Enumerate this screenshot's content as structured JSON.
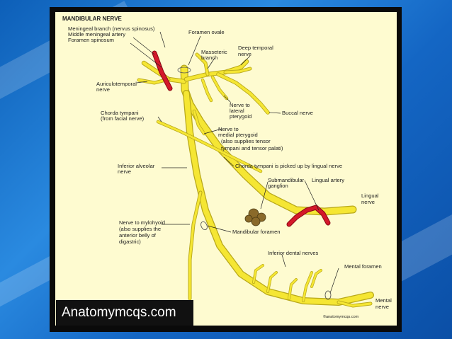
{
  "diagram": {
    "title": "MANDIBULAR NERVE",
    "labels": {
      "meningeal_branch": "Meningeal branch (nervus spinosus)",
      "middle_meningeal_artery": "Middle meningeal artery",
      "foramen_spinosum": "Foramen spinosum",
      "foramen_ovale": "Foramen ovale",
      "masseteric_1": "Masseteric",
      "masseteric_2": "branch",
      "deep_temporal_1": "Deep temporal",
      "deep_temporal_2": "nerve",
      "auriculotemporal_1": "Auriculotemporal",
      "auriculotemporal_2": "nerve",
      "nerve_lateral_1": "Nerve to",
      "nerve_lateral_2": "lateral",
      "nerve_lateral_3": "pterygoid",
      "buccal": "Buccal nerve",
      "chorda_1": "Chorda tympani",
      "chorda_2": "(from facial nerve)",
      "medial_1": "Nerve to",
      "medial_2": "medial pterygoid",
      "medial_3": "(also supplies tensor",
      "medial_4": "tympani and tensor palati)",
      "inferior_alveolar_1": "Inferior alveolar",
      "inferior_alveolar_2": "nerve",
      "chorda_lingual": "Chorda tympani is picked up by lingual nerve",
      "submandibular_1": "Submandibular",
      "submandibular_2": "ganglion",
      "lingual_artery": "Lingual artery",
      "lingual_nerve_1": "Lingual",
      "lingual_nerve_2": "nerve",
      "mylohyoid_1": "Nerve to mylohyoid",
      "mylohyoid_2": "(also supplies the",
      "mylohyoid_3": "anterior belly of",
      "mylohyoid_4": "digastric)",
      "mandibular_foramen": "Mandibular foramen",
      "inferior_dental": "Inferior dental nerves",
      "mental_foramen": "Mental foramen",
      "mental_nerve_1": "Mental",
      "mental_nerve_2": "nerve",
      "copyright": "©anatomymcqs.com"
    },
    "colors": {
      "nerve": "#f5e633",
      "artery": "#d4182a",
      "ganglion": "#8a6a2a",
      "background": "#fefbd0"
    }
  },
  "watermark": "Anatomymcqs.com"
}
